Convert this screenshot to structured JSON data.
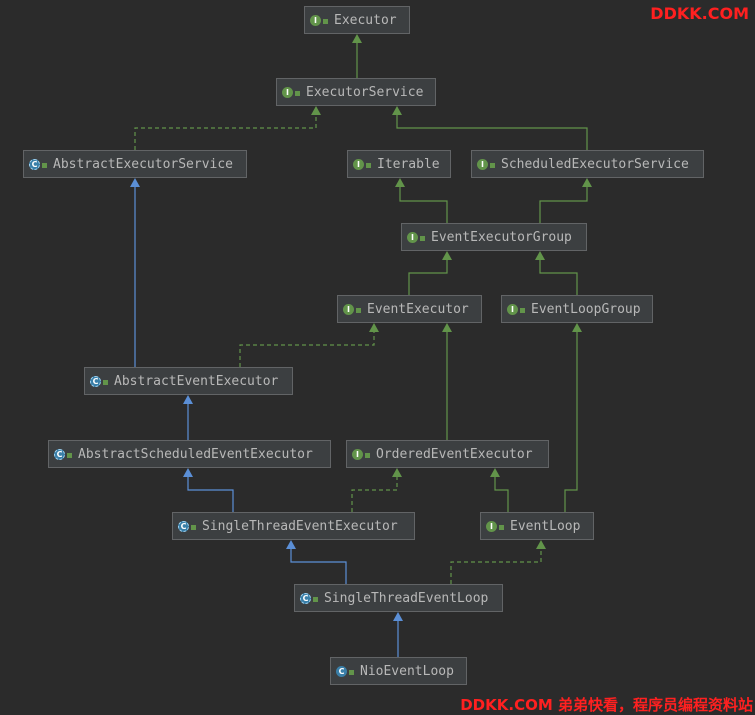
{
  "diagram": {
    "nodes": [
      {
        "id": "executor",
        "label": "Executor",
        "kind": "interface"
      },
      {
        "id": "executor-service",
        "label": "ExecutorService",
        "kind": "interface"
      },
      {
        "id": "abstract-executor-service",
        "label": "AbstractExecutorService",
        "kind": "abstract-class"
      },
      {
        "id": "iterable",
        "label": "Iterable",
        "kind": "interface"
      },
      {
        "id": "scheduled-executor-service",
        "label": "ScheduledExecutorService",
        "kind": "interface"
      },
      {
        "id": "event-executor-group",
        "label": "EventExecutorGroup",
        "kind": "interface"
      },
      {
        "id": "event-executor",
        "label": "EventExecutor",
        "kind": "interface"
      },
      {
        "id": "event-loop-group",
        "label": "EventLoopGroup",
        "kind": "interface"
      },
      {
        "id": "abstract-event-executor",
        "label": "AbstractEventExecutor",
        "kind": "abstract-class"
      },
      {
        "id": "abstract-scheduled-event-executor",
        "label": "AbstractScheduledEventExecutor",
        "kind": "abstract-class"
      },
      {
        "id": "ordered-event-executor",
        "label": "OrderedEventExecutor",
        "kind": "interface"
      },
      {
        "id": "single-thread-event-executor",
        "label": "SingleThreadEventExecutor",
        "kind": "abstract-class"
      },
      {
        "id": "event-loop",
        "label": "EventLoop",
        "kind": "interface"
      },
      {
        "id": "single-thread-event-loop",
        "label": "SingleThreadEventLoop",
        "kind": "abstract-class"
      },
      {
        "id": "nio-event-loop",
        "label": "NioEventLoop",
        "kind": "class"
      }
    ],
    "edges": [
      {
        "from": "executor-service",
        "to": "executor",
        "type": "extends-interface"
      },
      {
        "from": "abstract-executor-service",
        "to": "executor-service",
        "type": "implements"
      },
      {
        "from": "scheduled-executor-service",
        "to": "executor-service",
        "type": "extends-interface"
      },
      {
        "from": "event-executor-group",
        "to": "iterable",
        "type": "extends-interface"
      },
      {
        "from": "event-executor-group",
        "to": "scheduled-executor-service",
        "type": "extends-interface"
      },
      {
        "from": "event-executor",
        "to": "event-executor-group",
        "type": "extends-interface"
      },
      {
        "from": "event-loop-group",
        "to": "event-executor-group",
        "type": "extends-interface"
      },
      {
        "from": "abstract-event-executor",
        "to": "abstract-executor-service",
        "type": "extends-class"
      },
      {
        "from": "abstract-event-executor",
        "to": "event-executor",
        "type": "implements"
      },
      {
        "from": "abstract-scheduled-event-executor",
        "to": "abstract-event-executor",
        "type": "extends-class"
      },
      {
        "from": "ordered-event-executor",
        "to": "event-executor",
        "type": "extends-interface"
      },
      {
        "from": "single-thread-event-executor",
        "to": "abstract-scheduled-event-executor",
        "type": "extends-class"
      },
      {
        "from": "single-thread-event-executor",
        "to": "ordered-event-executor",
        "type": "implements"
      },
      {
        "from": "event-loop",
        "to": "ordered-event-executor",
        "type": "extends-interface"
      },
      {
        "from": "event-loop",
        "to": "event-loop-group",
        "type": "extends-interface"
      },
      {
        "from": "single-thread-event-loop",
        "to": "single-thread-event-executor",
        "type": "extends-class"
      },
      {
        "from": "single-thread-event-loop",
        "to": "event-loop",
        "type": "implements"
      },
      {
        "from": "nio-event-loop",
        "to": "single-thread-event-loop",
        "type": "extends-class"
      }
    ],
    "colors": {
      "interface_edge": "#62944a",
      "class_edge": "#5b8fd6",
      "node_bg": "#3c3f41",
      "node_border": "#626466",
      "text": "#b8b8b8",
      "interface_icon": "#62944a",
      "class_icon": "#3a7fa8"
    },
    "icons": {
      "interface": "interface-icon",
      "abstract-class": "abstract-class-icon",
      "class": "class-icon"
    }
  },
  "watermark": {
    "top": "DDKK.COM",
    "bottom": "DDKK.COM 弟弟快看，程序员编程资料站",
    "color": "#ff2020"
  }
}
